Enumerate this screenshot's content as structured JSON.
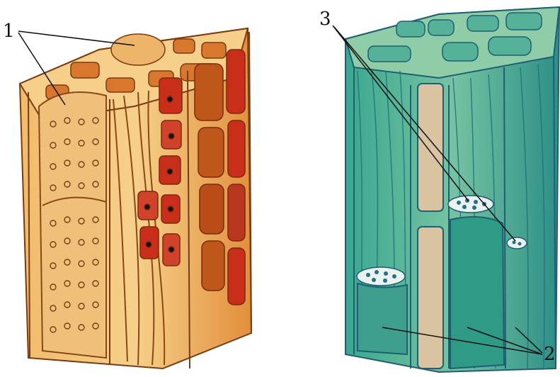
{
  "labels": {
    "one": "1",
    "two": "2",
    "three": "3"
  },
  "colors": {
    "xylem_fill": "#e9a14a",
    "xylem_light": "#f6d08a",
    "xylem_dark": "#c0571a",
    "xylem_cell": "#c92e1a",
    "phloem_fill": "#2f9a86",
    "phloem_light": "#9bd4b0",
    "phloem_dark": "#1f5e73",
    "sieve_tube": "#d9c3a0"
  }
}
